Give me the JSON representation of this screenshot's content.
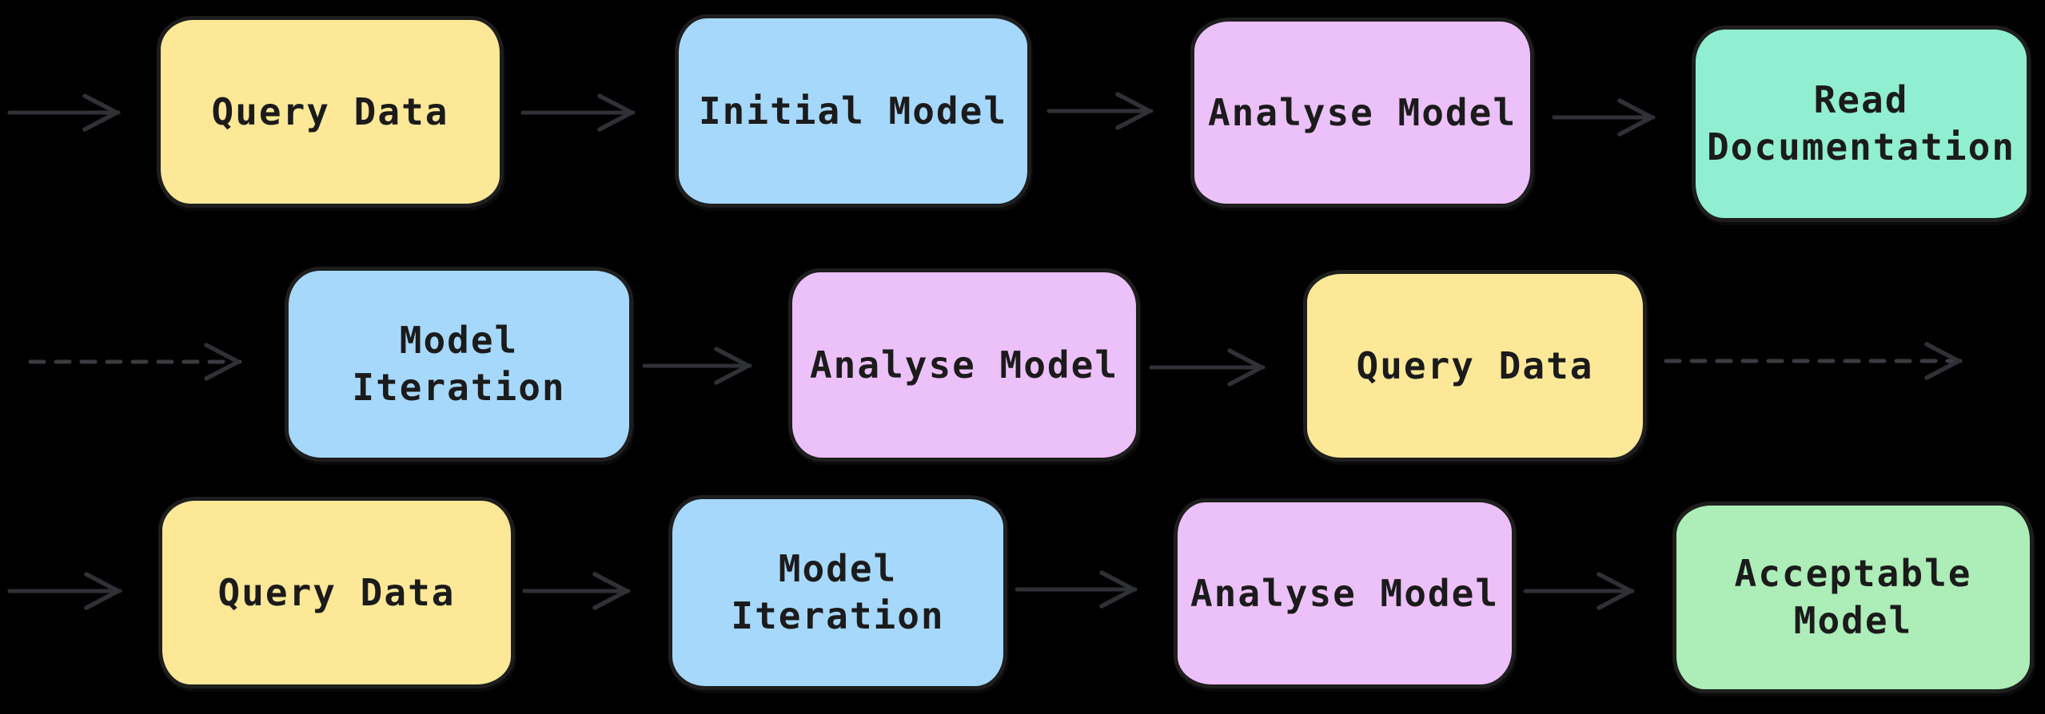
{
  "diagram": {
    "type": "flowchart",
    "style": "hand-drawn",
    "background": "#000000",
    "stroke_color": "#1E1E1E",
    "text_color": "#1B1B1B",
    "arrow_color": "#2F3136",
    "dashed_arrow_color": "#3A3C40",
    "palette": {
      "yellow": "#FCE897",
      "blue": "#A6D8FB",
      "pink": "#ECC0F8",
      "teal": "#90EFD0",
      "green": "#ADEDB8"
    },
    "rows": [
      {
        "nodes": [
          {
            "label": "Query Data",
            "color": "yellow"
          },
          {
            "label": "Initial Model",
            "color": "blue"
          },
          {
            "label": "Analyse Model",
            "color": "pink"
          },
          {
            "label": "Read\nDocumentation",
            "color": "teal"
          }
        ],
        "arrows": [
          "solid-in",
          "solid",
          "solid",
          "solid"
        ]
      },
      {
        "nodes": [
          {
            "label": "Model\nIteration",
            "color": "blue"
          },
          {
            "label": "Analyse Model",
            "color": "pink"
          },
          {
            "label": "Query Data",
            "color": "yellow"
          }
        ],
        "arrows": [
          "dashed-in",
          "solid",
          "solid",
          "dashed-out"
        ]
      },
      {
        "nodes": [
          {
            "label": "Query Data",
            "color": "yellow"
          },
          {
            "label": "Model\nIteration",
            "color": "blue"
          },
          {
            "label": "Analyse Model",
            "color": "pink"
          },
          {
            "label": "Acceptable\nModel",
            "color": "green"
          }
        ],
        "arrows": [
          "solid-in",
          "solid",
          "solid",
          "solid"
        ]
      }
    ]
  }
}
